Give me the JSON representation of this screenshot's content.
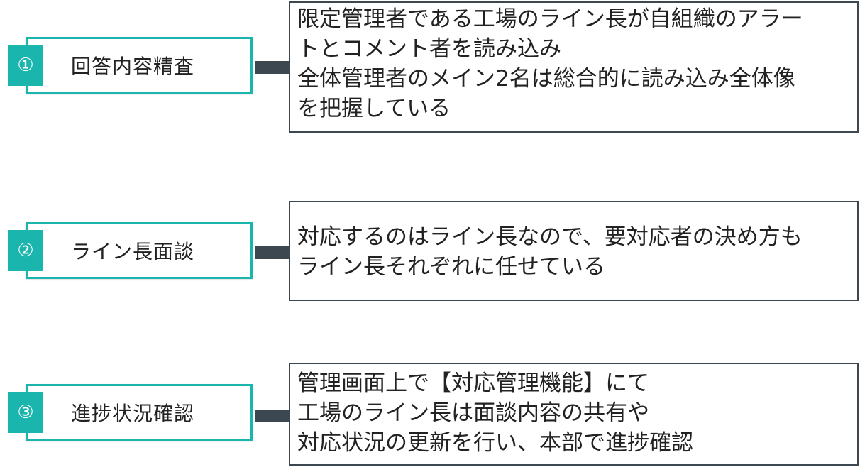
{
  "colors": {
    "accent": "#1ab5ad",
    "connector": "#3c4750",
    "border": "#3c4750"
  },
  "steps": [
    {
      "number": "①",
      "label": "回答内容精査",
      "description_lines": [
        "限定管理者である工場のライン長が自組織のアラー",
        "トとコメント者を読み込み",
        "全体管理者のメイン2名は総合的に読み込み全体像",
        "を把握している"
      ]
    },
    {
      "number": "②",
      "label": "ライン長面談",
      "description_lines": [
        "対応するのはライン長なので、要対応者の決め方も",
        "ライン長それぞれに任せている"
      ]
    },
    {
      "number": "③",
      "label": "進捗状況確認",
      "description_lines": [
        "管理画面上で【対応管理機能】にて",
        "工場のライン長は面談内容の共有や",
        "対応状況の更新を行い、本部で進捗確認"
      ]
    }
  ]
}
